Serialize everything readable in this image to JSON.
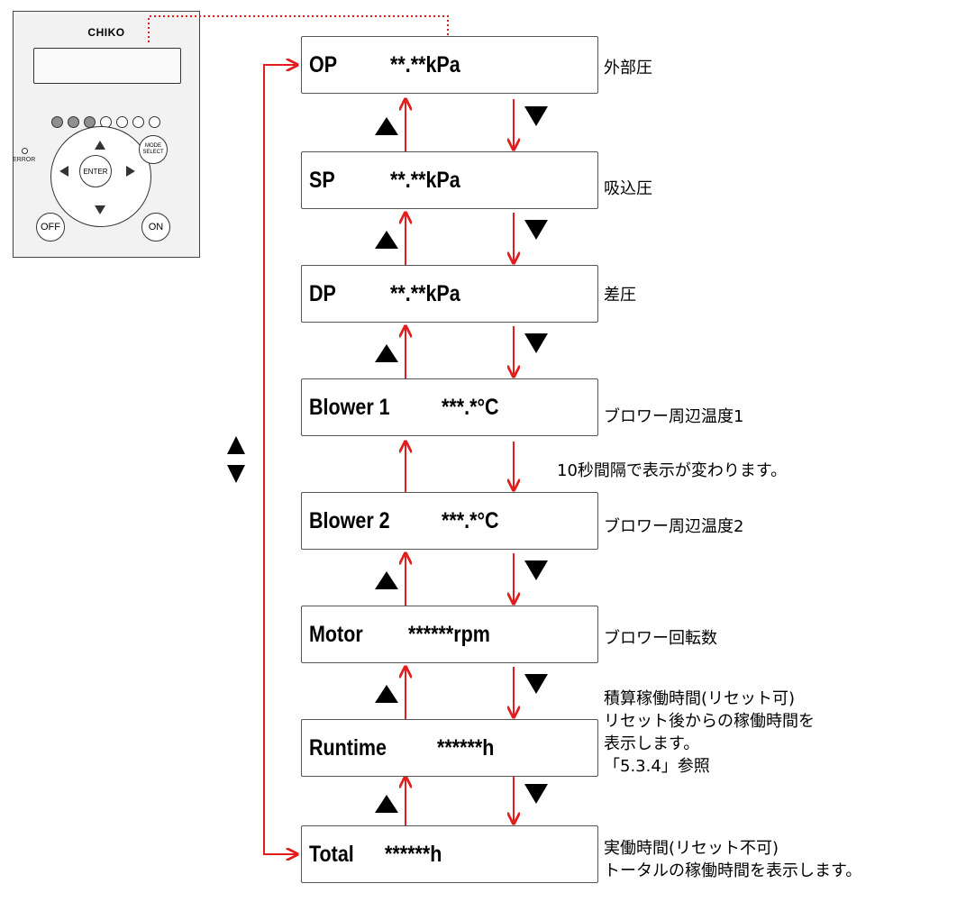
{
  "controller": {
    "brand": "CHIKO",
    "error_label": "ERROR",
    "enter_label": "ENTER",
    "mode_label": "MODE SELECT",
    "off_label": "OFF",
    "on_label": "ON"
  },
  "displays": [
    {
      "label": "OP",
      "value": "**.**kPa",
      "desc": [
        "外部圧"
      ]
    },
    {
      "label": "SP",
      "value": "**.**kPa",
      "desc": [
        "吸込圧"
      ]
    },
    {
      "label": "DP",
      "value": "**.**kPa",
      "desc": [
        "差圧"
      ]
    },
    {
      "label": "Blower 1",
      "value": "***.*°C",
      "desc": [
        "ブロワー周辺温度1"
      ]
    },
    {
      "label": "Blower 2",
      "value": "***.*°C",
      "desc": [
        "ブロワー周辺温度2"
      ]
    },
    {
      "label": "Motor",
      "value": "******rpm",
      "desc": [
        "ブロワー回転数"
      ]
    },
    {
      "label": "Runtime",
      "value": "******h",
      "desc": [
        "積算稼働時間(リセット可)",
        "リセット後からの稼働時間を",
        "表示します。",
        "「5.3.4」参照"
      ]
    },
    {
      "label": "Total",
      "value": "******h",
      "desc": [
        "実働時間(リセット不可)",
        "トータルの稼働時間を表示します。"
      ]
    }
  ],
  "auto_note": "10秒間隔で表示が変わります。",
  "colors": {
    "arrow": "#e11e1e",
    "text": "#000000",
    "border": "#555555"
  }
}
